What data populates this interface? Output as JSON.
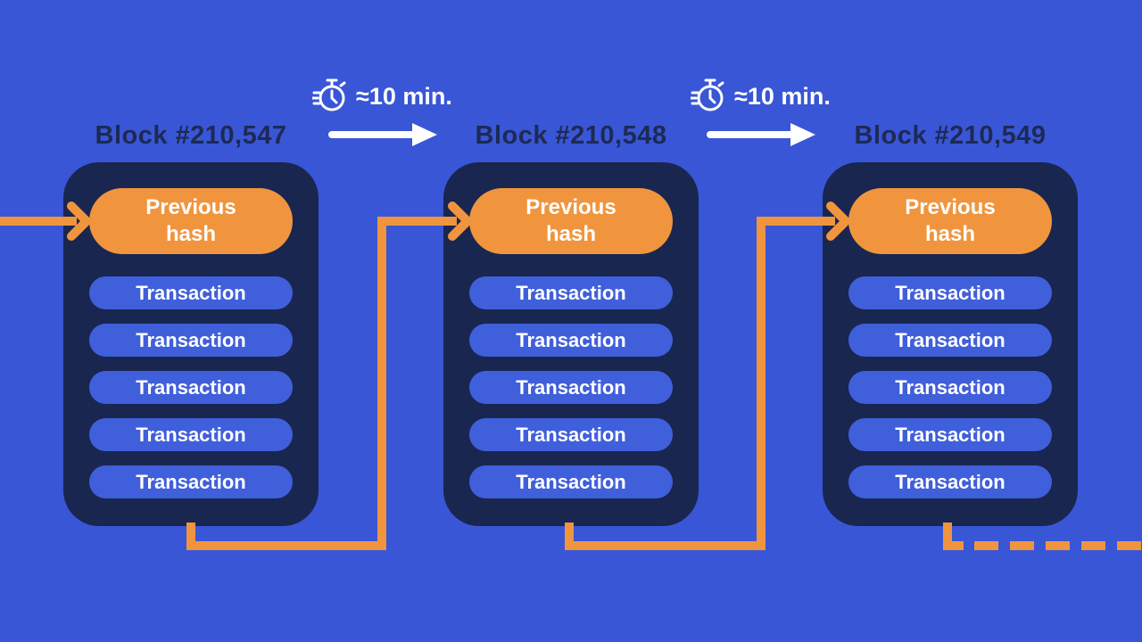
{
  "diagram": {
    "type": "blockchain-diagram",
    "colors": {
      "background": "#3956D6",
      "block_fill": "#192650",
      "transaction_pill": "#405FDB",
      "hash_pill": "#F0953E",
      "connector": "#F0953E",
      "title_text": "#1D2A54",
      "pill_text": "#FFFFFF",
      "timer_text": "#FFFFFF"
    },
    "icons": {
      "stopwatch": "stopwatch-icon",
      "white_arrow": "arrow-right-icon",
      "orange_connector_arrow": "arrowhead-icon"
    }
  },
  "timers": [
    {
      "label": "≈10 min."
    },
    {
      "label": "≈10 min."
    }
  ],
  "blocks": [
    {
      "title": "Block #210,547",
      "previous_hash_label": "Previous hash",
      "transactions": [
        "Transaction",
        "Transaction",
        "Transaction",
        "Transaction",
        "Transaction"
      ]
    },
    {
      "title": "Block #210,548",
      "previous_hash_label": "Previous hash",
      "transactions": [
        "Transaction",
        "Transaction",
        "Transaction",
        "Transaction",
        "Transaction"
      ]
    },
    {
      "title": "Block #210,549",
      "previous_hash_label": "Previous hash",
      "transactions": [
        "Transaction",
        "Transaction",
        "Transaction",
        "Transaction",
        "Transaction"
      ]
    }
  ]
}
